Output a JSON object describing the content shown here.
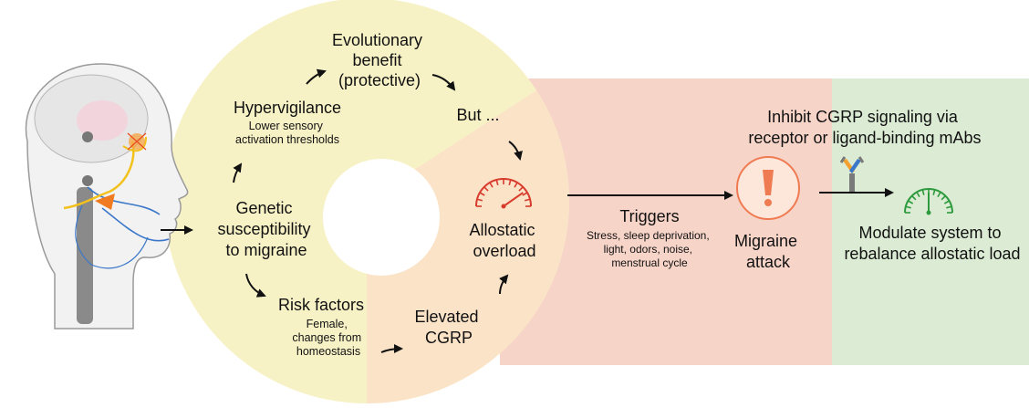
{
  "colors": {
    "circle_light": "#f7f2c6",
    "circle_peach": "#fbe3c8",
    "band_red": "#f7d4c8",
    "band_green": "#dcecd4",
    "gauge_red": "#d83a2c",
    "gauge_green": "#2e9a3e",
    "alert_orange": "#ef7b52",
    "alert_fill": "#fde6da",
    "arrow": "#111111"
  },
  "icons": [
    "head-profile-icon",
    "gauge-icon",
    "exclamation-icon",
    "antibody-icon"
  ],
  "cycle": {
    "evolutionary": [
      "Evolutionary",
      "benefit",
      "(protective)"
    ],
    "hypervigilance": {
      "title": "Hypervigilance",
      "sub": [
        "Lower sensory",
        "activation thresholds"
      ]
    },
    "but": "But ...",
    "genetic": [
      "Genetic",
      "susceptibility",
      "to migraine"
    ],
    "allostatic": [
      "Allostatic",
      "overload"
    ],
    "risk": {
      "title": "Risk factors",
      "sub": [
        "Female,",
        "changes from",
        "homeostasis"
      ]
    },
    "elevated": [
      "Elevated",
      "CGRP"
    ]
  },
  "triggers": {
    "title": "Triggers",
    "lines": [
      "Stress, sleep deprivation,",
      "light, odors, noise,",
      "menstrual cycle"
    ]
  },
  "migraine": [
    "Migraine",
    "attack"
  ],
  "inhibit": [
    "Inhibit CGRP signaling via",
    "receptor or ligand-binding mAbs"
  ],
  "modulate": [
    "Modulate system to",
    "rebalance allostatic load"
  ]
}
